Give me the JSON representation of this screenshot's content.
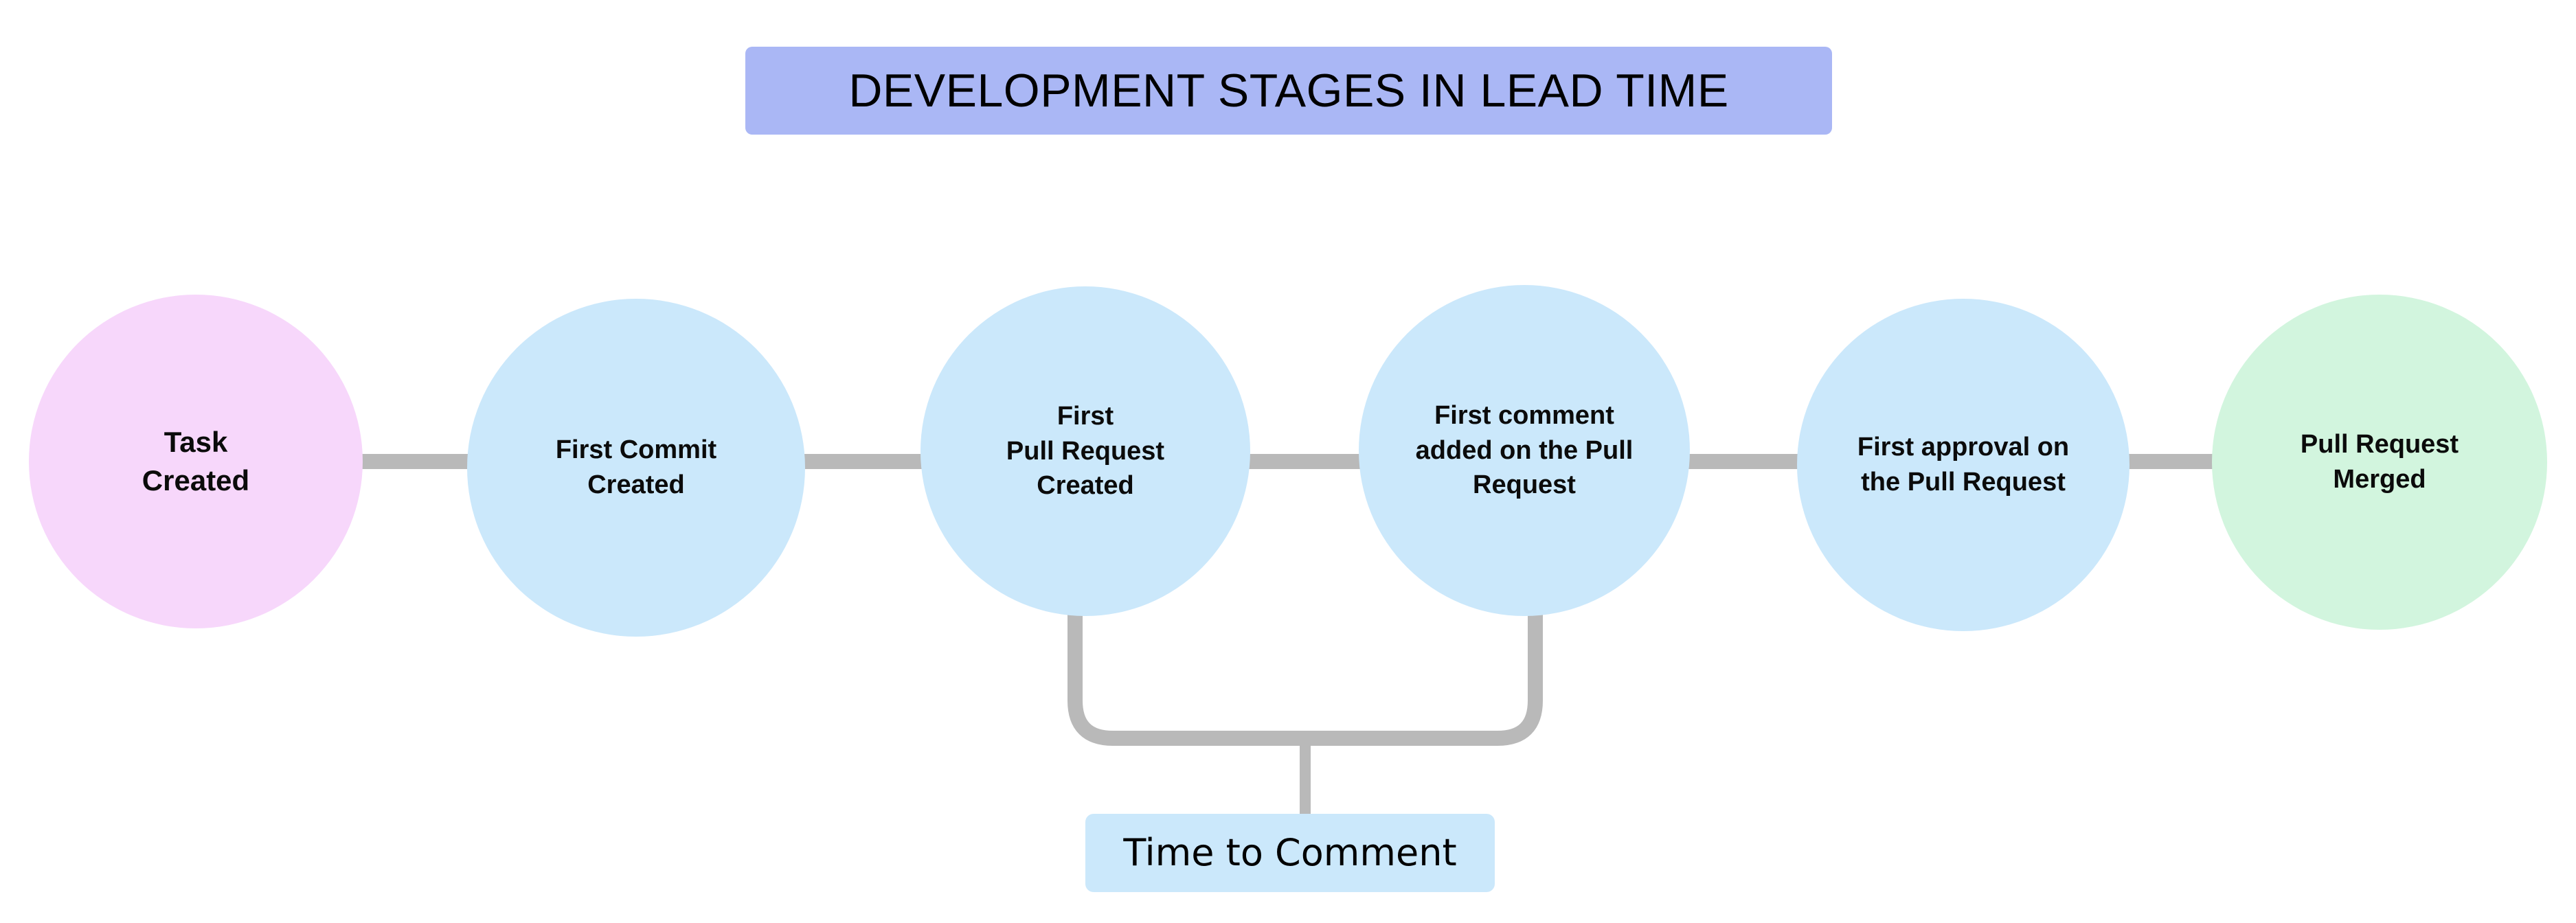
{
  "diagram": {
    "title": "DEVELOPMENT STAGES IN LEAD TIME",
    "title_bg_color": "#aab7f5",
    "background_color": "#ffffff",
    "connector_color": "#b9b9b9",
    "stages": [
      {
        "id": "task-created",
        "label": "Task\nCreated",
        "fill": "#f7d7fb"
      },
      {
        "id": "first-commit-created",
        "label": "First Commit\nCreated",
        "fill": "#cbe8fb"
      },
      {
        "id": "first-pr-created",
        "label": "First\nPull Request\nCreated",
        "fill": "#cbe8fb"
      },
      {
        "id": "first-comment-on-pr",
        "label": "First comment\nadded on the Pull\nRequest",
        "fill": "#cbe8fb"
      },
      {
        "id": "first-approval-on-pr",
        "label": "First approval on\nthe Pull Request",
        "fill": "#cbe8fb"
      },
      {
        "id": "pr-merged",
        "label": "Pull Request\nMerged",
        "fill": "#d2f5de"
      }
    ],
    "measures": [
      {
        "id": "time-to-comment",
        "label": "Time to Comment",
        "fill": "#cbe8fb",
        "from": "first-pr-created",
        "to": "first-comment-on-pr"
      }
    ]
  }
}
